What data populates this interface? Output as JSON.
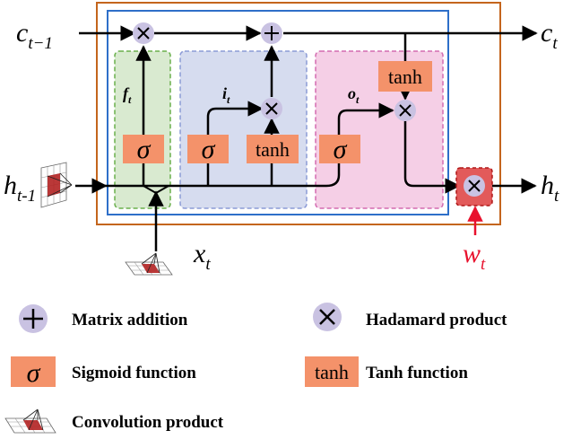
{
  "diagram": {
    "inputs": {
      "c_prev_base": "c",
      "c_prev_sub": "t−1",
      "h_prev_base": "h",
      "h_prev_sub": "t-1",
      "x_base": "x",
      "x_sub": "t"
    },
    "outputs": {
      "c_base": "c",
      "c_sub": "t",
      "h_base": "h",
      "h_sub": "t",
      "w_base": "w",
      "w_sub": "t"
    },
    "gates": {
      "forget_base": "f",
      "forget_sub": "t",
      "input_base": "i",
      "input_sub": "t",
      "output_base": "o",
      "output_sub": "t"
    },
    "block_labels": {
      "sigma": "σ",
      "tanh": "tanh",
      "times": "×",
      "plus": "+"
    },
    "colors": {
      "outer_border": "#c4651d",
      "inner_border": "#2e6fc9",
      "forget_bg": "#d9ead0",
      "forget_border": "#6ab04c",
      "input_bg": "#d6dcef",
      "input_border": "#8c9bd6",
      "output_bg": "#f5cfe6",
      "output_border": "#d36cb1",
      "op_circle": "#c9c2e2",
      "function_box": "#f4926a",
      "weight_box": "#e25a5a",
      "weight_arrow": "#e8112d",
      "conv_fill": "#b22222"
    }
  },
  "legend": {
    "matrix_addition": "Matrix addition",
    "hadamard_product": "Hadamard product",
    "sigmoid_symbol": "σ",
    "sigmoid_function": "Sigmoid function",
    "tanh_symbol": "tanh",
    "tanh_function": "Tanh function",
    "convolution_product": "Convolution product"
  }
}
